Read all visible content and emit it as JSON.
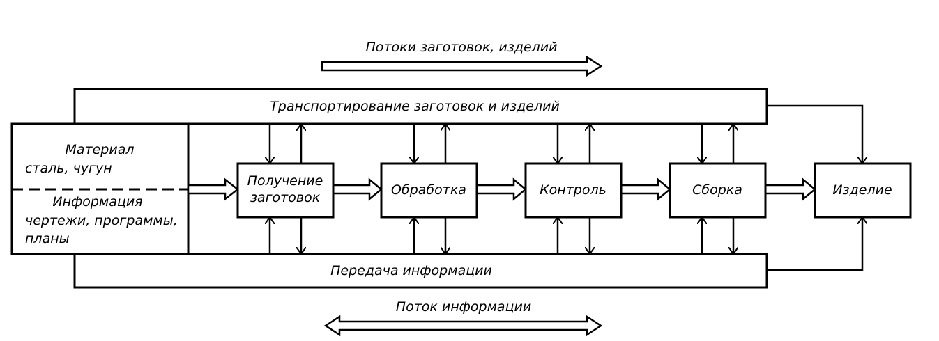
{
  "flows": {
    "materials_label": "Потоки заготовок, изделий",
    "information_label": "Поток информации"
  },
  "bars": {
    "transport": "Транспортирование заготовок и изделий",
    "information": "Передача информации"
  },
  "inputs": {
    "material_title": "Материал",
    "material_items": "сталь, чугун",
    "info_title": "Информация",
    "info_items_1": "чертежи, программы,",
    "info_items_2": "планы"
  },
  "stages": [
    {
      "line1": "Получение",
      "line2": "заготовок"
    },
    {
      "line1": "Обработка"
    },
    {
      "line1": "Контроль"
    },
    {
      "line1": "Сборка"
    },
    {
      "line1": "Изделие"
    }
  ]
}
